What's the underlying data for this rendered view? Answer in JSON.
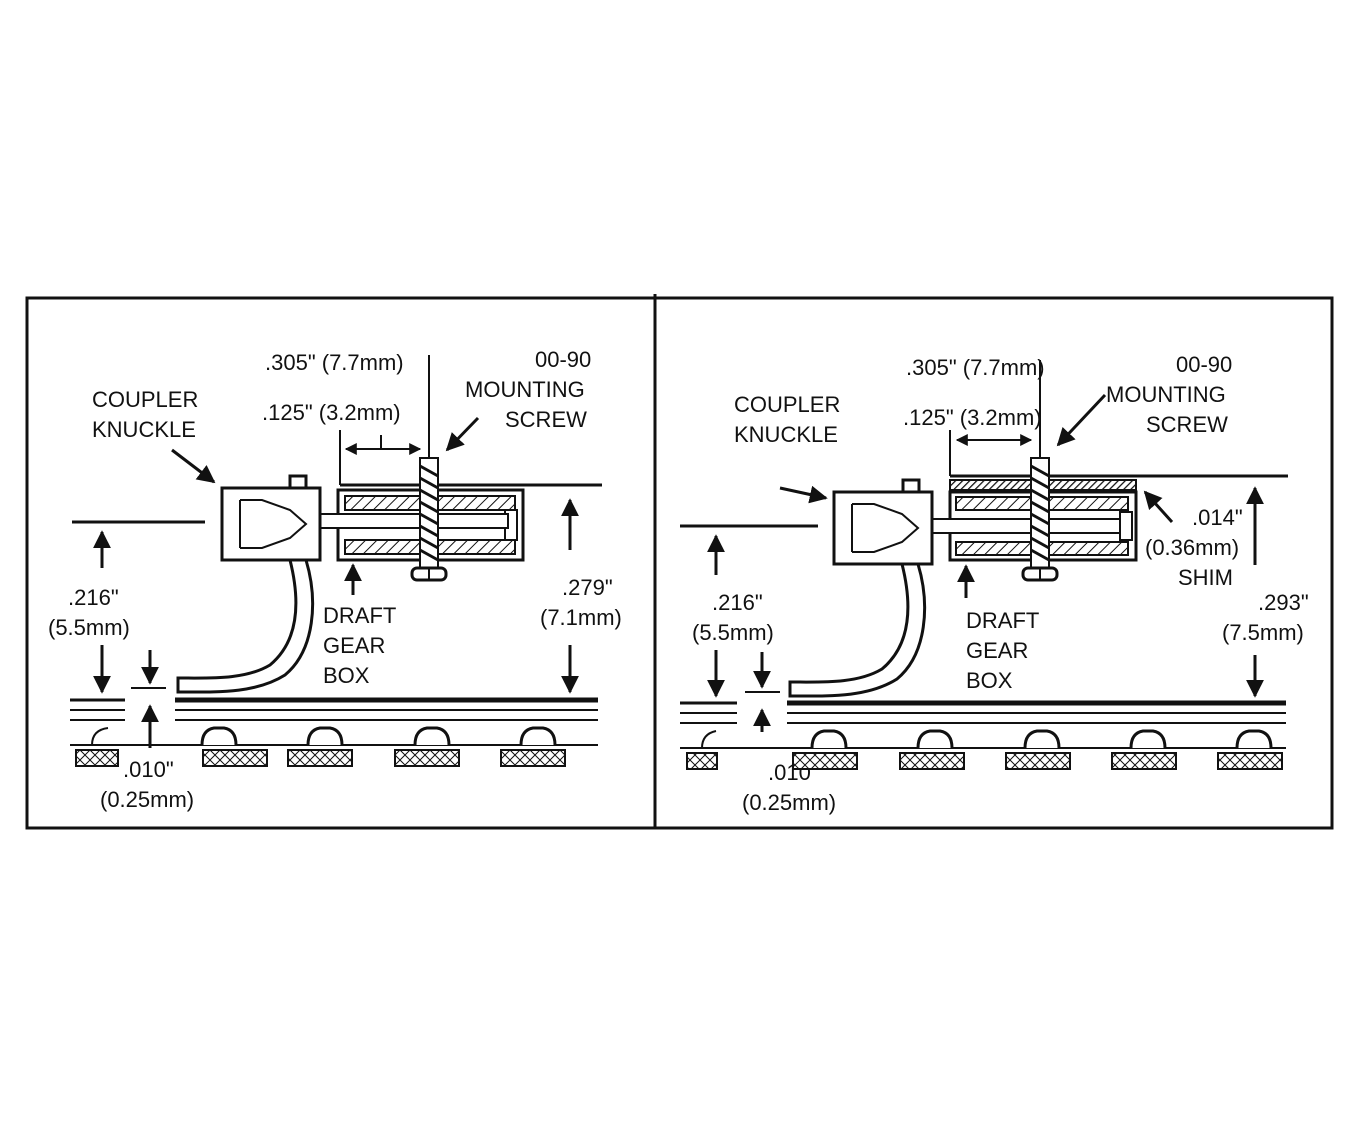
{
  "panels": [
    {
      "id": "left",
      "labels": {
        "coupler_knuckle_1": "COUPLER",
        "coupler_knuckle_2": "KNUCKLE",
        "dim_305": ".305\" (7.7mm)",
        "dim_125": ".125\" (3.2mm)",
        "screw_1": "00-90",
        "screw_2": "MOUNTING",
        "screw_3": "SCREW",
        "draft_1": "DRAFT",
        "draft_2": "GEAR",
        "draft_3": "BOX",
        "dim_216_a": ".216\"",
        "dim_216_b": "(5.5mm)",
        "dim_height_a": ".279\"",
        "dim_height_b": "(7.1mm)",
        "dim_010_a": ".010\"",
        "dim_010_b": "(0.25mm)"
      }
    },
    {
      "id": "right",
      "labels": {
        "coupler_knuckle_1": "COUPLER",
        "coupler_knuckle_2": "KNUCKLE",
        "dim_305": ".305\" (7.7mm)",
        "dim_125": ".125\" (3.2mm)",
        "screw_1": "00-90",
        "screw_2": "MOUNTING",
        "screw_3": "SCREW",
        "draft_1": "DRAFT",
        "draft_2": "GEAR",
        "draft_3": "BOX",
        "dim_216_a": ".216\"",
        "dim_216_b": "(5.5mm)",
        "dim_height_a": ".293\"",
        "dim_height_b": "(7.5mm)",
        "dim_010_a": ".010\"",
        "dim_010_b": "(0.25mm)",
        "shim_a": ".014\"",
        "shim_b": "(0.36mm)",
        "shim_c": "SHIM"
      }
    }
  ]
}
